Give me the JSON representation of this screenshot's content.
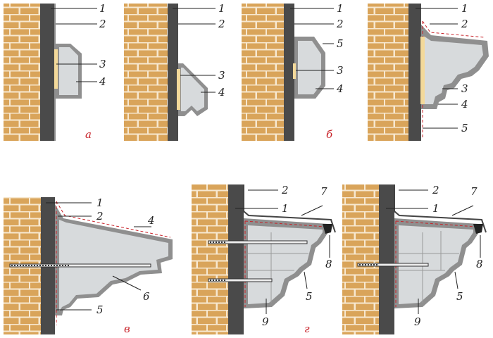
{
  "colors": {
    "brick": "#d9a45a",
    "mortar": "#f7e8d0",
    "wall": "#4a4a4a",
    "shell": "#8f8f8f",
    "core": "#d7dadc",
    "glue": "#f3d99a",
    "dash": "#c8242b",
    "letter": "#c8242b"
  },
  "panels": [
    {
      "id": "a",
      "letter": "а",
      "labels": [
        "1",
        "2",
        "3",
        "4"
      ]
    },
    {
      "id": "a2",
      "letter": "",
      "labels": [
        "1",
        "2",
        "3",
        "4"
      ]
    },
    {
      "id": "b",
      "letter": "б",
      "labels": [
        "1",
        "2",
        "5",
        "3",
        "4"
      ]
    },
    {
      "id": "b2",
      "letter": "",
      "labels": [
        "1",
        "2",
        "3",
        "4",
        "5"
      ]
    },
    {
      "id": "v",
      "letter": "в",
      "labels": [
        "1",
        "2",
        "4",
        "6",
        "5"
      ]
    },
    {
      "id": "g",
      "letter": "г",
      "labels": [
        "2",
        "7",
        "1",
        "8",
        "5",
        "9"
      ]
    },
    {
      "id": "g2",
      "letter": "",
      "labels": [
        "2",
        "7",
        "1",
        "8",
        "5",
        "9"
      ]
    }
  ]
}
